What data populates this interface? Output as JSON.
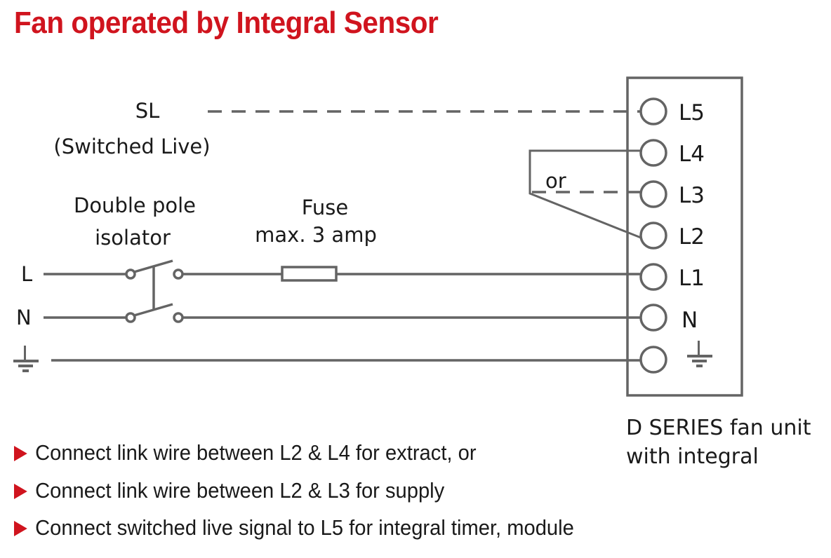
{
  "title": "Fan operated by Integral Sensor",
  "labels": {
    "sl": "SL",
    "sl_sub": "(Switched Live)",
    "isolator_line1": "Double pole",
    "isolator_line2": "isolator",
    "fuse_line1": "Fuse",
    "fuse_line2": "max. 3 amp",
    "or": "or",
    "supply_live": "L",
    "supply_neutral": "N"
  },
  "terminals": [
    {
      "id": "L5",
      "label": "L5"
    },
    {
      "id": "L4",
      "label": "L4"
    },
    {
      "id": "L3",
      "label": "L3"
    },
    {
      "id": "L2",
      "label": "L2"
    },
    {
      "id": "L1",
      "label": "L1"
    },
    {
      "id": "N",
      "label": "N"
    },
    {
      "id": "E",
      "label": "",
      "icon": "earth-icon"
    }
  ],
  "unit_caption": {
    "line1": "D SERIES fan unit",
    "line2": "with integral"
  },
  "bullets": [
    "Connect link wire between L2 & L4 for extract, or",
    "Connect link wire between L2 & L3 for supply",
    "Connect switched live signal to L5 for integral timer, module"
  ],
  "colors": {
    "accent": "#d0141e",
    "wire": "#646464",
    "text": "#1a1a1a"
  }
}
